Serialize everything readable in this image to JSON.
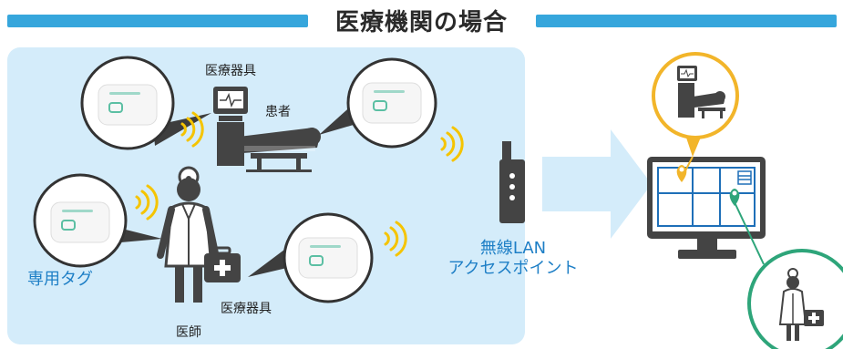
{
  "title": "医療機関の場合",
  "labels": {
    "medical_device_top": "医療器具",
    "patient": "患者",
    "dedicated_tag": "専用タグ",
    "medical_device_bottom": "医療器具",
    "doctor": "医師",
    "wireless_lan_line1": "無線LAN",
    "wireless_lan_line2": "アクセスポイント"
  },
  "colors": {
    "accent_blue": "#36a6dc",
    "panel_bg": "#d4ecfa",
    "signal_yellow": "#f5c400",
    "marker_yellow": "#f2b52a",
    "marker_green": "#2ea57a",
    "dark_icon": "#444444"
  },
  "icons": [
    "tag-icon",
    "monitor-icon",
    "patient-bed-icon",
    "doctor-icon",
    "medical-bag-icon",
    "access-point-icon",
    "wifi-signal-icon",
    "location-pin-icon"
  ]
}
